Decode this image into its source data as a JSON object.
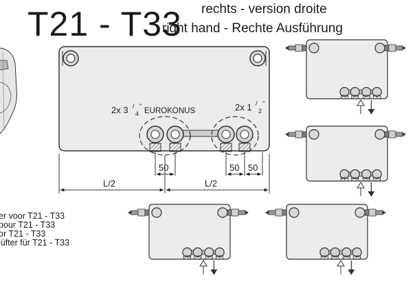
{
  "title": {
    "main": "T21 - T33",
    "sub_line1": "rechts - version droite",
    "sub_line2": "right hand - Rechte Ausführung"
  },
  "labels": {
    "connection_left_pre": "2x 3",
    "connection_left_sup": "/",
    "connection_name": "EUROKONUS",
    "connection_right_pre": "2x 1",
    "connection_right_sub": "2",
    "dim_50_left": "50",
    "dim_50_mid": "50",
    "dim_50_right": "50",
    "half_left": "L/2",
    "half_right": "L/2"
  },
  "notes": [
    "er voor T21 - T33",
    "pour T21 - T33",
    "or T21 - T33",
    "lüfter für T21 - T33"
  ]
}
